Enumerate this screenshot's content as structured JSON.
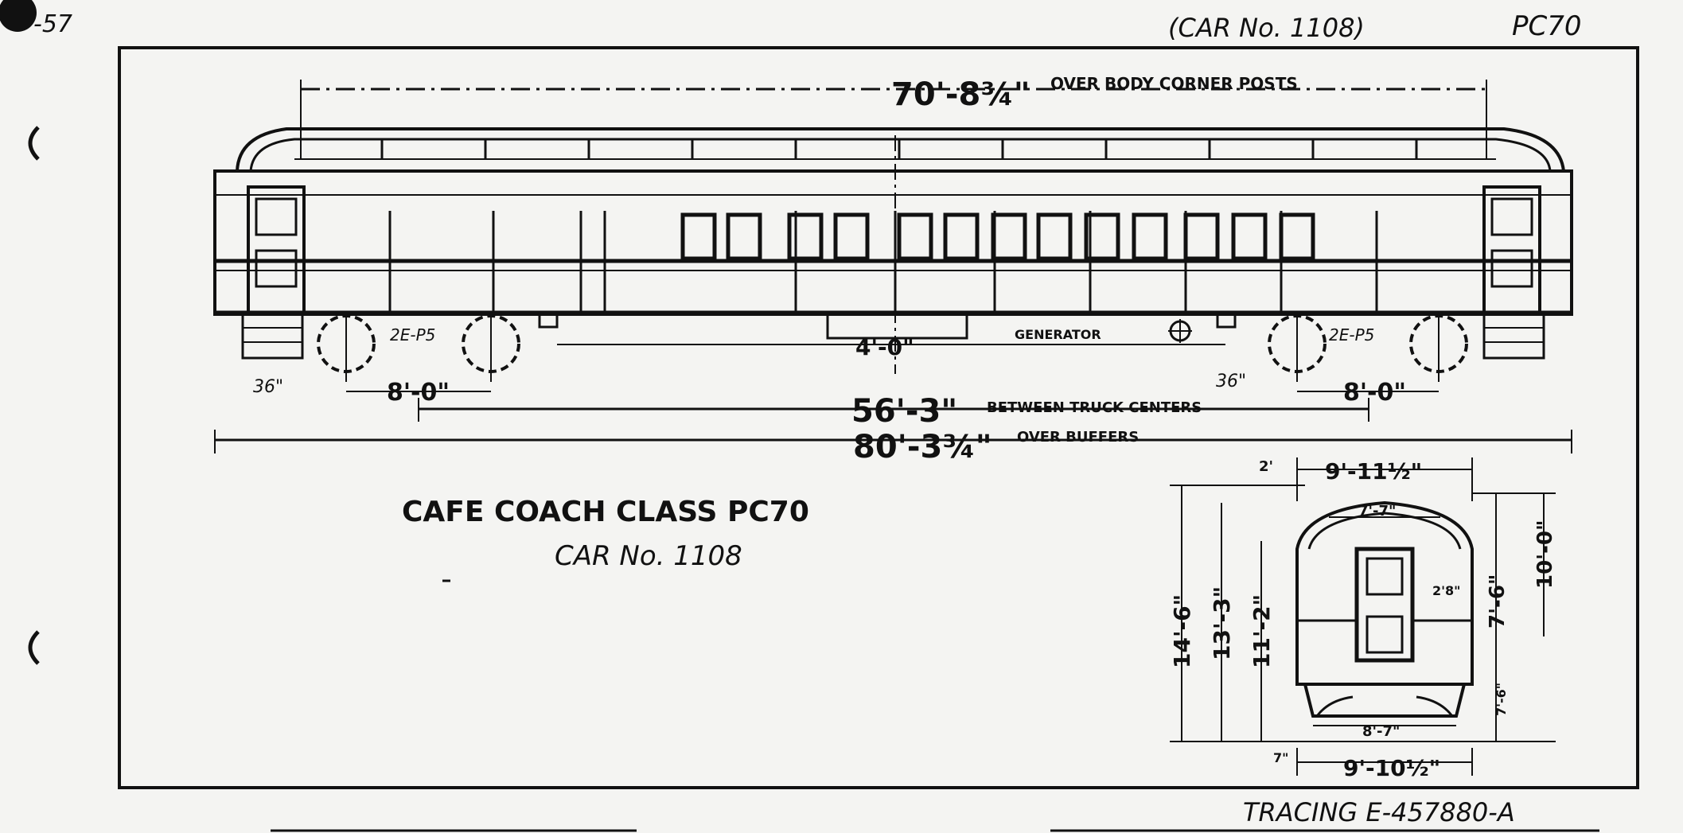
{
  "header": {
    "sheet_number": "-57",
    "car_ref": "(CAR No. 1108)",
    "class_code": "PC70"
  },
  "side_elevation": {
    "over_corner_posts": "70'-8¾\"",
    "over_corner_posts_label": "OVER BODY CORNER POSTS",
    "truck_label_left": "2E-P5",
    "truck_label_right": "2E-P5",
    "wheel_size_left": "36\"",
    "wheel_size_right": "36\"",
    "wheelbase_left": "8'-0\"",
    "wheelbase_right": "8'-0\"",
    "center_dim": "4'-0\"",
    "generator_label": "GENERATOR",
    "truck_centers": "56'-3\"",
    "truck_centers_label": "BETWEEN TRUCK CENTERS",
    "over_buffers": "80'-3¾\"",
    "over_buffers_label": "OVER BUFFERS"
  },
  "title_block": {
    "line1": "CAFE COACH CLASS PC70",
    "line2": "CAR No. 1108"
  },
  "end_elevation": {
    "width_top": "9'-11½\"",
    "width_inner": "7'-7\"",
    "width_bottom": "9'-10½\"",
    "width_base": "8'-7\"",
    "height_total": "14'-6\"",
    "height_roof": "13'-3\"",
    "height_eave": "11'-2\"",
    "height_side": "7'-6\"",
    "height_right": "10'-0\"",
    "height_door": "7'-6\"",
    "window_dim": "2'8\"",
    "top_small": "2'",
    "bottom_small": "7\""
  },
  "footer": {
    "tracing": "TRACING E-457880-A"
  }
}
